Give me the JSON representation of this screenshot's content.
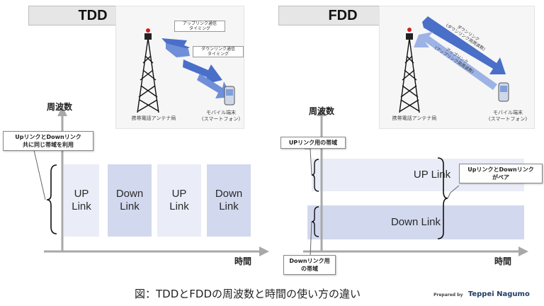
{
  "tdd": {
    "title": "TDD",
    "uplink_timing": "アップリンク通信\nタイミング",
    "downlink_timing": "ダウンリンク通信\nタイミング",
    "antenna_label": "携帯電話アンテナ局",
    "mobile_label": "モバイル端末\n(スマートフォン)",
    "y_axis": "周波数",
    "x_axis": "時間",
    "callout": "UpリンクとDownリンク\n共に同じ帯域を利用",
    "blocks": [
      {
        "label": "UP\nLink",
        "kind": "up"
      },
      {
        "label": "Down\nLink",
        "kind": "down"
      },
      {
        "label": "UP\nLink",
        "kind": "up"
      },
      {
        "label": "Down\nLink",
        "kind": "down"
      }
    ]
  },
  "fdd": {
    "title": "FDD",
    "downlink_arrow": "ダウンリンク\n(ダウンリンク用周波数)",
    "uplink_arrow": "アップリンク\n(アップリンク用周波数)",
    "antenna_label": "携帯電話アンテナ局",
    "mobile_label": "モバイル端末\n(スマートフォン)",
    "y_axis": "周波数",
    "x_axis": "時間",
    "up_band_callout": "UPリンク用の帯域",
    "down_band_callout": "Downリンク用\nの帯域",
    "pair_callout": "UpリンクとDownリンク\nがペア",
    "up_band": "UP Link",
    "down_band": "Down Link"
  },
  "caption": "図：TDDとFDDの周波数と時間の使い方の違い",
  "credit_prefix": "Prepared by",
  "credit_name": "Teppei Nagumo",
  "colors": {
    "up": "#eaedf7",
    "down": "#d2d9ee",
    "arrow": "#4a6fc8",
    "arrow_light": "#7f9ddf"
  }
}
